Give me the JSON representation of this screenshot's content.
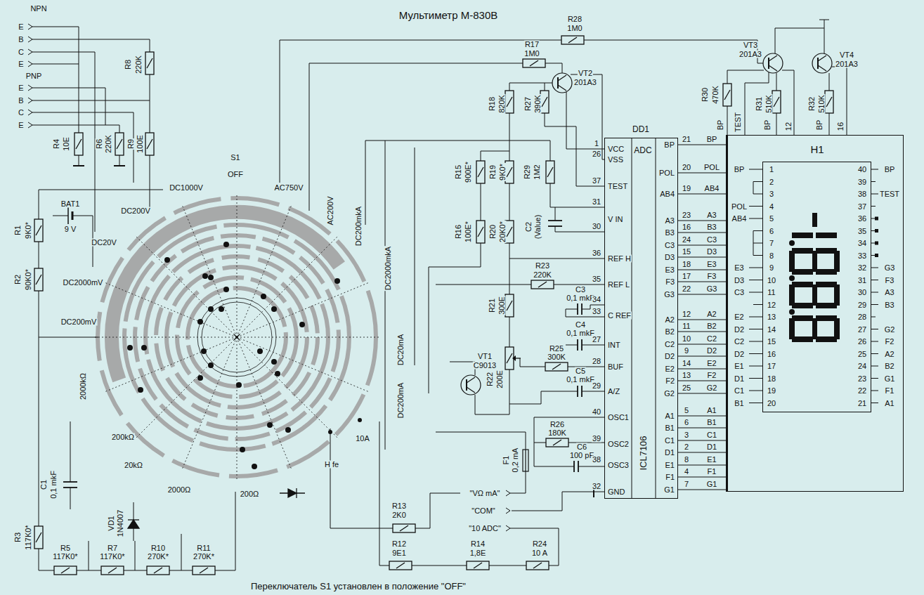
{
  "diagram": {
    "title": "Мультиметр М-830В",
    "caption": "Переключатель S1 установлен в положение \"OFF\"",
    "nodes": [
      {
        "text": [
          "DD1",
          "ADC",
          "VCC",
          "VSS",
          "TEST",
          "V IN",
          "REF H",
          "REF L",
          "C REF",
          "INT",
          "BUF",
          "A/Z",
          "OSC1",
          "OSC2",
          "OSC3",
          "GND",
          "BP",
          "POL",
          "AB4",
          "A3",
          "B3",
          "C3",
          "D3",
          "E3",
          "F3",
          "G3",
          "A2",
          "B2",
          "C2",
          "D2",
          "E2",
          "F2",
          "G2",
          "A1",
          "B1",
          "C1",
          "D1",
          "E1",
          "F1",
          "G1",
          "ICL7106"
        ]
      },
      {
        "text": [
          "H1",
          "BP",
          "POL",
          "AB4",
          "E3",
          "D3",
          "C3",
          "E2",
          "D2",
          "C2",
          "D2",
          "E1",
          "D1",
          "C1",
          "B1",
          "BP",
          "TEST",
          "G3",
          "F3",
          "A3",
          "B3",
          "G2",
          "F2",
          "A2",
          "B2",
          "G1",
          "F1",
          "A1"
        ]
      },
      {
        "text": [
          "1",
          "2",
          "3",
          "4",
          "5",
          "6",
          "7",
          "8",
          "9",
          "10",
          "11",
          "12",
          "13",
          "14",
          "15",
          "16",
          "17",
          "18",
          "19",
          "20",
          "40",
          "39",
          "38",
          "37",
          "36",
          "35",
          "34",
          "33",
          "32",
          "31",
          "30",
          "29",
          "28",
          "27",
          "26",
          "25",
          "24",
          "23",
          "22",
          "21"
        ],
        "in": 1
      }
    ],
    "edges": [
      {
        "from": 0,
        "to": 1,
        "arrow": "none",
        "label": "BP"
      },
      {
        "from": 0,
        "to": 1,
        "arrow": "none",
        "label": "POL"
      },
      {
        "from": 0,
        "to": 1,
        "arrow": "none",
        "label": "AB4"
      },
      {
        "from": 0,
        "to": 1,
        "arrow": "none",
        "label": "A3"
      },
      {
        "from": 0,
        "to": 1,
        "arrow": "none",
        "label": "B3"
      },
      {
        "from": 0,
        "to": 1,
        "arrow": "none",
        "label": "C3"
      },
      {
        "from": 0,
        "to": 1,
        "arrow": "none",
        "label": "D3"
      },
      {
        "from": 0,
        "to": 1,
        "arrow": "none",
        "label": "E3"
      },
      {
        "from": 0,
        "to": 1,
        "arrow": "none",
        "label": "F3"
      },
      {
        "from": 0,
        "to": 1,
        "arrow": "none",
        "label": "G3"
      },
      {
        "from": 0,
        "to": 1,
        "arrow": "none",
        "label": "A2"
      },
      {
        "from": 0,
        "to": 1,
        "arrow": "none",
        "label": "B2"
      },
      {
        "from": 0,
        "to": 1,
        "arrow": "none",
        "label": "C2"
      },
      {
        "from": 0,
        "to": 1,
        "arrow": "none",
        "label": "D2"
      },
      {
        "from": 0,
        "to": 1,
        "arrow": "none",
        "label": "E2"
      },
      {
        "from": 0,
        "to": 1,
        "arrow": "none",
        "label": "F2"
      },
      {
        "from": 0,
        "to": 1,
        "arrow": "none",
        "label": "G2"
      },
      {
        "from": 0,
        "to": 1,
        "arrow": "none",
        "label": "A1"
      },
      {
        "from": 0,
        "to": 1,
        "arrow": "none",
        "label": "B1"
      },
      {
        "from": 0,
        "to": 1,
        "arrow": "none",
        "label": "C1"
      },
      {
        "from": 0,
        "to": 1,
        "arrow": "none",
        "label": "D1"
      },
      {
        "from": 0,
        "to": 1,
        "arrow": "none",
        "label": "E1"
      },
      {
        "from": 0,
        "to": 1,
        "arrow": "none",
        "label": "F1"
      },
      {
        "from": 0,
        "to": 1,
        "arrow": "none",
        "label": "G1"
      }
    ],
    "labels": [
      "NPN",
      "E",
      "B",
      "C",
      "E",
      "PNP",
      "E",
      "B",
      "C",
      "E",
      "R8",
      "220K",
      "R4",
      "10E",
      "R6",
      "220K",
      "R9",
      "100E",
      "R28",
      "1M0",
      "R17",
      "1M0",
      "VT2",
      "201A3",
      "VT3",
      "201A3",
      "VT4",
      "201A3",
      "R18",
      "820K",
      "R27",
      "390K",
      "R30",
      "470K",
      "R31",
      "510K",
      "R32",
      "510K",
      "BP",
      "TEST",
      "BP",
      "12",
      "BP",
      "16",
      "S1",
      "OFF",
      "DC1000V",
      "AC750V",
      "DC200V",
      "AC200V",
      "DC200mkA",
      "DC20V",
      "DC2000mkA",
      "DC2000mV",
      "DC200mV",
      "DC20mA",
      "DC200mA",
      "2000kΩ",
      "200kΩ",
      "20kΩ",
      "2000Ω",
      "200Ω",
      "10A",
      "H fe",
      "BAT1",
      "9 V",
      "R1",
      "9K0*",
      "R2",
      "90K0*",
      "C1",
      "0,1 mkF",
      "VD1",
      "1N4007",
      "R3",
      "117K0*",
      "R5",
      "117K0*",
      "R7",
      "117K0*",
      "R10",
      "270K*",
      "R11",
      "270K*",
      "R15",
      "900E*",
      "R19",
      "9K0*",
      "R29",
      "1M2",
      "R16",
      "100E*",
      "R20",
      "20K0*",
      "C2",
      "(Value)",
      "R23",
      "220K",
      "C3",
      "0,1 mkF",
      "R21",
      "300E",
      "C4",
      "0,1 mkF",
      "R25",
      "300K",
      "VT1",
      "C9013",
      "R22",
      "200E",
      "C5",
      "0,1 mkF",
      "R26",
      "180K",
      "C6",
      "100 pF",
      "F1",
      "0,2 mA",
      "\"VΩ mA\"",
      "\"COM\"",
      "\"10 ADC\"",
      "R13",
      "2K0",
      "R12",
      "9E1",
      "R14",
      "1,8E",
      "R24",
      "10 A",
      "1",
      "26",
      "37",
      "31",
      "30",
      "36",
      "35",
      "34",
      "33",
      "27",
      "28",
      "29",
      "40",
      "39",
      "38",
      "32",
      "21",
      "20",
      "19",
      "23",
      "16",
      "24",
      "15",
      "18",
      "17",
      "22",
      "12",
      "11",
      "10",
      "9",
      "14",
      "13",
      "25",
      "5",
      "6",
      "3",
      "2",
      "8",
      "4",
      "7"
    ]
  }
}
